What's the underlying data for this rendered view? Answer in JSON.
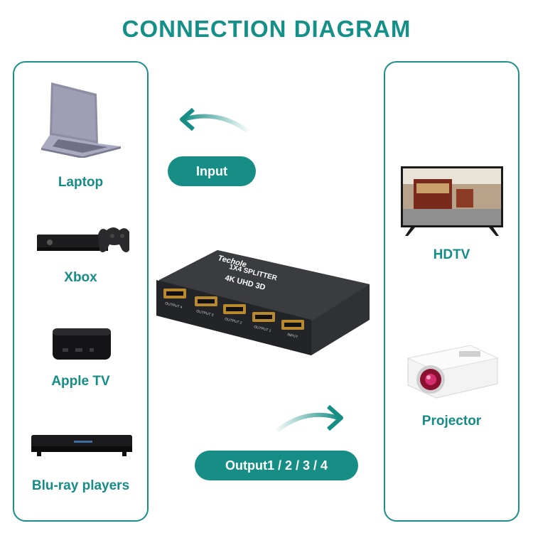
{
  "header": {
    "title": "CONNECTION DIAGRAM"
  },
  "sources": [
    {
      "label": "Laptop",
      "icon": "laptop-icon"
    },
    {
      "label": "Xbox",
      "icon": "xbox-console-icon"
    },
    {
      "label": "Apple TV",
      "icon": "apple-tv-icon"
    },
    {
      "label": "Blu-ray players",
      "icon": "bluray-player-icon"
    }
  ],
  "displays": [
    {
      "label": "HDTV",
      "icon": "tv-icon"
    },
    {
      "label": "Projector",
      "icon": "projector-icon"
    }
  ],
  "badges": {
    "input": "Input",
    "output": "Output1 / 2 / 3 / 4"
  },
  "device": {
    "brand": "Techole",
    "model": "1X4 SPLITTER",
    "spec": "4K UHD 3D",
    "ports": [
      "OUTPUT 4",
      "OUTPUT 3",
      "OUTPUT 2",
      "OUTPUT 1",
      "INPUT"
    ]
  },
  "colors": {
    "accent": "#168e86",
    "device_body": "#2b2d30"
  }
}
